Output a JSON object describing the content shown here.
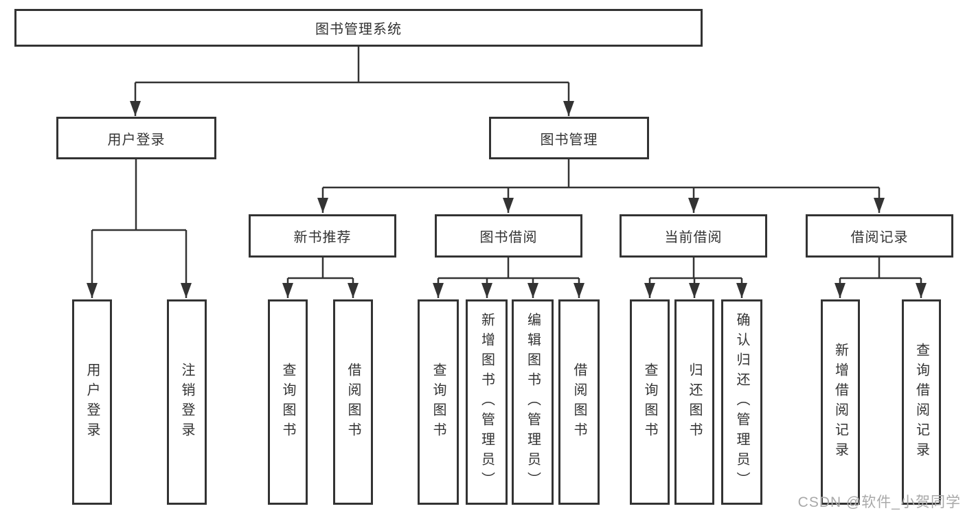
{
  "root": {
    "label": "图书管理系统"
  },
  "level2": {
    "user_login": {
      "label": "用户登录"
    },
    "book_mgmt": {
      "label": "图书管理"
    }
  },
  "level3": {
    "new_book_rec": {
      "label": "新书推荐"
    },
    "book_borrow": {
      "label": "图书借阅"
    },
    "current_borrow": {
      "label": "当前借阅"
    },
    "borrow_record": {
      "label": "借阅记录"
    }
  },
  "leaves": {
    "user_login": {
      "label": "用户登录"
    },
    "logout": {
      "label": "注销登录"
    },
    "rec_query_book": {
      "label": "查询图书"
    },
    "rec_borrow_book": {
      "label": "借阅图书"
    },
    "bor_query_book": {
      "label": "查询图书"
    },
    "bor_add_book": {
      "label": "新增图书（管理员）"
    },
    "bor_edit_book": {
      "label": "编辑图书（管理员）"
    },
    "bor_borrow_book": {
      "label": "借阅图书"
    },
    "cur_query_book": {
      "label": "查询图书"
    },
    "cur_return_book": {
      "label": "归还图书"
    },
    "cur_confirm_return": {
      "label": "确认归还（管理员）"
    },
    "record_add": {
      "label": "新增借阅记录"
    },
    "record_query": {
      "label": "查询借阅记录"
    }
  },
  "watermark": {
    "text": "CSDN @软件_小贺同学"
  },
  "colors": {
    "line": "#333333",
    "box_border": "#333333",
    "text": "#333333",
    "watermark": "#a9a9a9",
    "background": "#ffffff"
  }
}
